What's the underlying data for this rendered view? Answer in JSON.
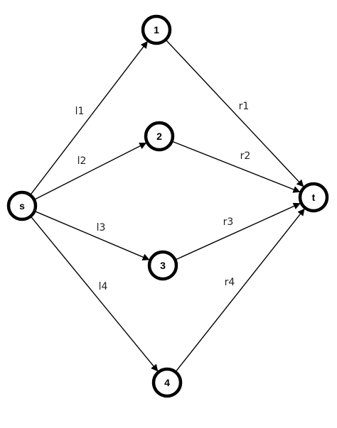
{
  "graph": {
    "nodes": [
      {
        "id": "s",
        "label": "s"
      },
      {
        "id": "1",
        "label": "1"
      },
      {
        "id": "2",
        "label": "2"
      },
      {
        "id": "3",
        "label": "3"
      },
      {
        "id": "4",
        "label": "4"
      },
      {
        "id": "t",
        "label": "t"
      }
    ],
    "edges": [
      {
        "from": "s",
        "to": "1",
        "label": "l1"
      },
      {
        "from": "s",
        "to": "2",
        "label": "l2"
      },
      {
        "from": "s",
        "to": "3",
        "label": "l3"
      },
      {
        "from": "s",
        "to": "4",
        "label": "l4"
      },
      {
        "from": "1",
        "to": "t",
        "label": "r1"
      },
      {
        "from": "2",
        "to": "t",
        "label": "r2"
      },
      {
        "from": "3",
        "to": "t",
        "label": "r3"
      },
      {
        "from": "4",
        "to": "t",
        "label": "r4"
      }
    ]
  }
}
